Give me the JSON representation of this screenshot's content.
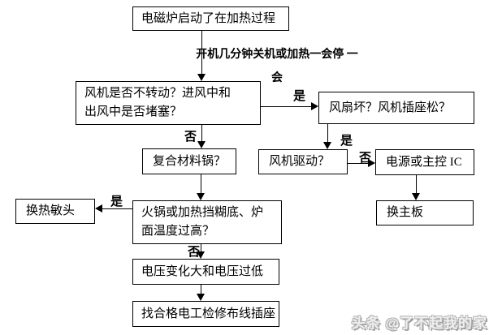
{
  "flowchart": {
    "nodes": {
      "start": {
        "text": "电磁炉启动了在加热过程"
      },
      "fan_check": {
        "line1": "风机是否不转动？进风中和",
        "line2": "出风中是否堵塞？"
      },
      "fan_broken": {
        "text": "风扇坏？风机插座松？"
      },
      "pot": {
        "text": "复合材料锅？"
      },
      "fan_drive": {
        "text": "风机驱动？"
      },
      "power_ic": {
        "text": "电源或主控 IC"
      },
      "hotpot": {
        "line1": "火锅或加热挡糊底、炉",
        "line2": "面温度过高？"
      },
      "sensor": {
        "text": "换热敏头"
      },
      "mainboard": {
        "text": "换主板"
      },
      "voltage": {
        "text": "电压变化大和电压过低"
      },
      "electrician": {
        "text": "找合格电工检修布线插座"
      }
    },
    "labels": {
      "symptom_line1": "开机几分钟关机或加热一会停",
      "symptom_line2": "一会",
      "yes": "是",
      "no": "否"
    }
  },
  "watermark": {
    "text": "头条 @了不起我的家"
  },
  "colors": {
    "line": "#000000",
    "background": "#ffffff",
    "watermark_gray": "#9a9a9a"
  }
}
